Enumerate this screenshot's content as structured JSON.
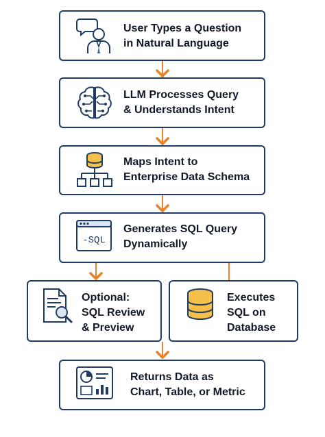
{
  "steps": [
    {
      "id": "question",
      "line1": "User Types a Question",
      "line2": "in Natural Language",
      "icon": "user-speech-icon"
    },
    {
      "id": "llm",
      "line1": "LLM Processes Query",
      "line2": "& Understands Intent",
      "icon": "brain-circuit-icon"
    },
    {
      "id": "maps",
      "line1": "Maps Intent to",
      "line2": "Enterprise Data Schema",
      "icon": "database-hierarchy-icon"
    },
    {
      "id": "generate",
      "line1": "Generates SQL Query",
      "line2": "Dynamically",
      "icon": "sql-window-icon",
      "icon_text": "-SQL"
    },
    {
      "id": "review",
      "line1": "Optional:",
      "line2": "SQL Review",
      "line3": "& Preview",
      "icon": "document-magnifier-icon"
    },
    {
      "id": "execute",
      "line1": "Executes",
      "line2": "SQL on",
      "line3": "Database",
      "icon": "database-icon"
    },
    {
      "id": "returns",
      "line1": "Returns Data as",
      "line2": "Chart, Table, or Metric",
      "icon": "dashboard-chart-icon"
    }
  ],
  "colors": {
    "border": "#1f3b63",
    "arrow": "#e8832a",
    "icon_stroke": "#1f3b63",
    "icon_fill": "#f5c04a"
  }
}
